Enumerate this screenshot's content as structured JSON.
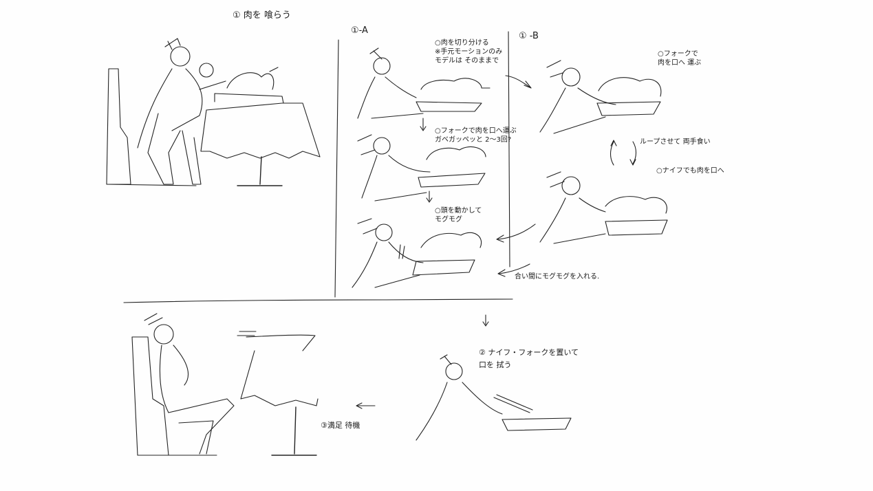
{
  "labels": {
    "step1_title": "① 肉を 喰らう",
    "step1a_title": "①-A",
    "step1b_title": "① -B",
    "note_1a_1": "○肉を切り分ける\n※手元モーションのみ\nモデルは そのままで",
    "note_1a_2": "○フォークで肉を口へ運ぶ\nガベガッペッと 2～3回?",
    "note_1a_3": "○頭を動かして\nモグモグ",
    "note_1b_1": "○フォークで\n肉を口へ 運ぶ",
    "note_1b_loop": "ループさせて 両手食い",
    "note_1b_2": "○ナイフでも肉を口へ",
    "note_between": "合い間にモグモグを入れる.",
    "step2": "② ナイフ・フォークを置いて\n口を 拭う",
    "step3": "③満足 待機"
  }
}
